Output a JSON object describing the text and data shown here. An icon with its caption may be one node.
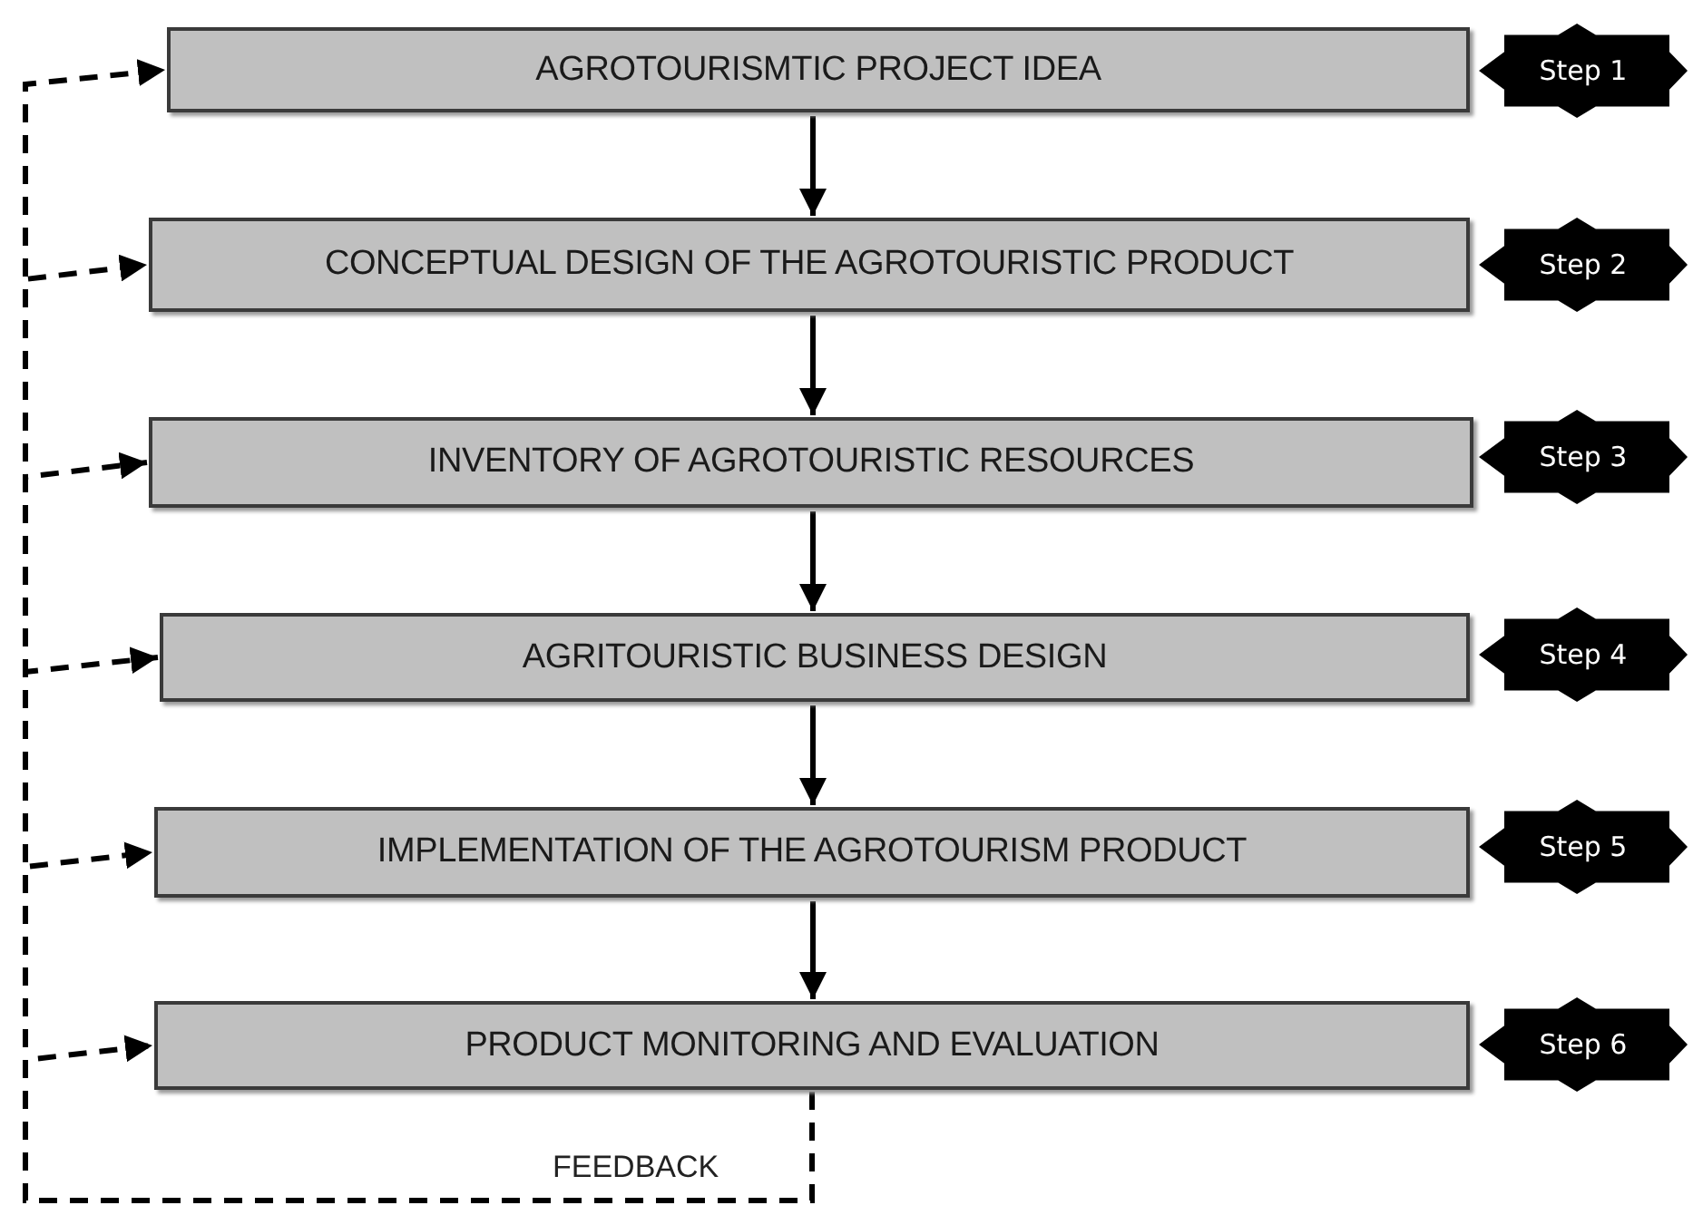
{
  "diagram": {
    "nodes": [
      {
        "text": [
          "AGROTOURISMTIC PROJECT IDEA"
        ]
      },
      {
        "text": [
          "CONCEPTUAL DESIGN OF THE AGROTOURISTIC PRODUCT"
        ]
      },
      {
        "text": [
          "INVENTORY OF AGROTOURISTIC RESOURCES"
        ]
      },
      {
        "text": [
          "AGRITOURISTIC BUSINESS DESIGN"
        ]
      },
      {
        "text": [
          "IMPLEMENTATION OF THE AGROTOURISM PRODUCT"
        ]
      },
      {
        "text": [
          "PRODUCT MONITORING AND EVALUATION"
        ]
      },
      {
        "text": [
          "Step 1"
        ]
      },
      {
        "text": [
          "Step 2"
        ]
      },
      {
        "text": [
          "Step 3"
        ]
      },
      {
        "text": [
          "Step 4"
        ]
      },
      {
        "text": [
          "Step 5"
        ]
      },
      {
        "text": [
          "Step 6"
        ]
      }
    ],
    "edges": [
      {
        "from": 0,
        "to": 1,
        "arrow": "to"
      },
      {
        "from": 1,
        "to": 2,
        "arrow": "to"
      },
      {
        "from": 2,
        "to": 3,
        "arrow": "to"
      },
      {
        "from": 3,
        "to": 4,
        "arrow": "to"
      },
      {
        "from": 4,
        "to": 5,
        "arrow": "to"
      },
      {
        "from": 5,
        "to": 0,
        "arrow": "to",
        "style": "dashed",
        "label": "FEEDBACK"
      },
      {
        "from": 5,
        "to": 1,
        "arrow": "to",
        "style": "dashed"
      },
      {
        "from": 5,
        "to": 2,
        "arrow": "to",
        "style": "dashed"
      },
      {
        "from": 5,
        "to": 3,
        "arrow": "to",
        "style": "dashed"
      },
      {
        "from": 5,
        "to": 4,
        "arrow": "to",
        "style": "dashed"
      },
      {
        "from": 5,
        "to": 5,
        "arrow": "to",
        "style": "dashed"
      }
    ]
  }
}
